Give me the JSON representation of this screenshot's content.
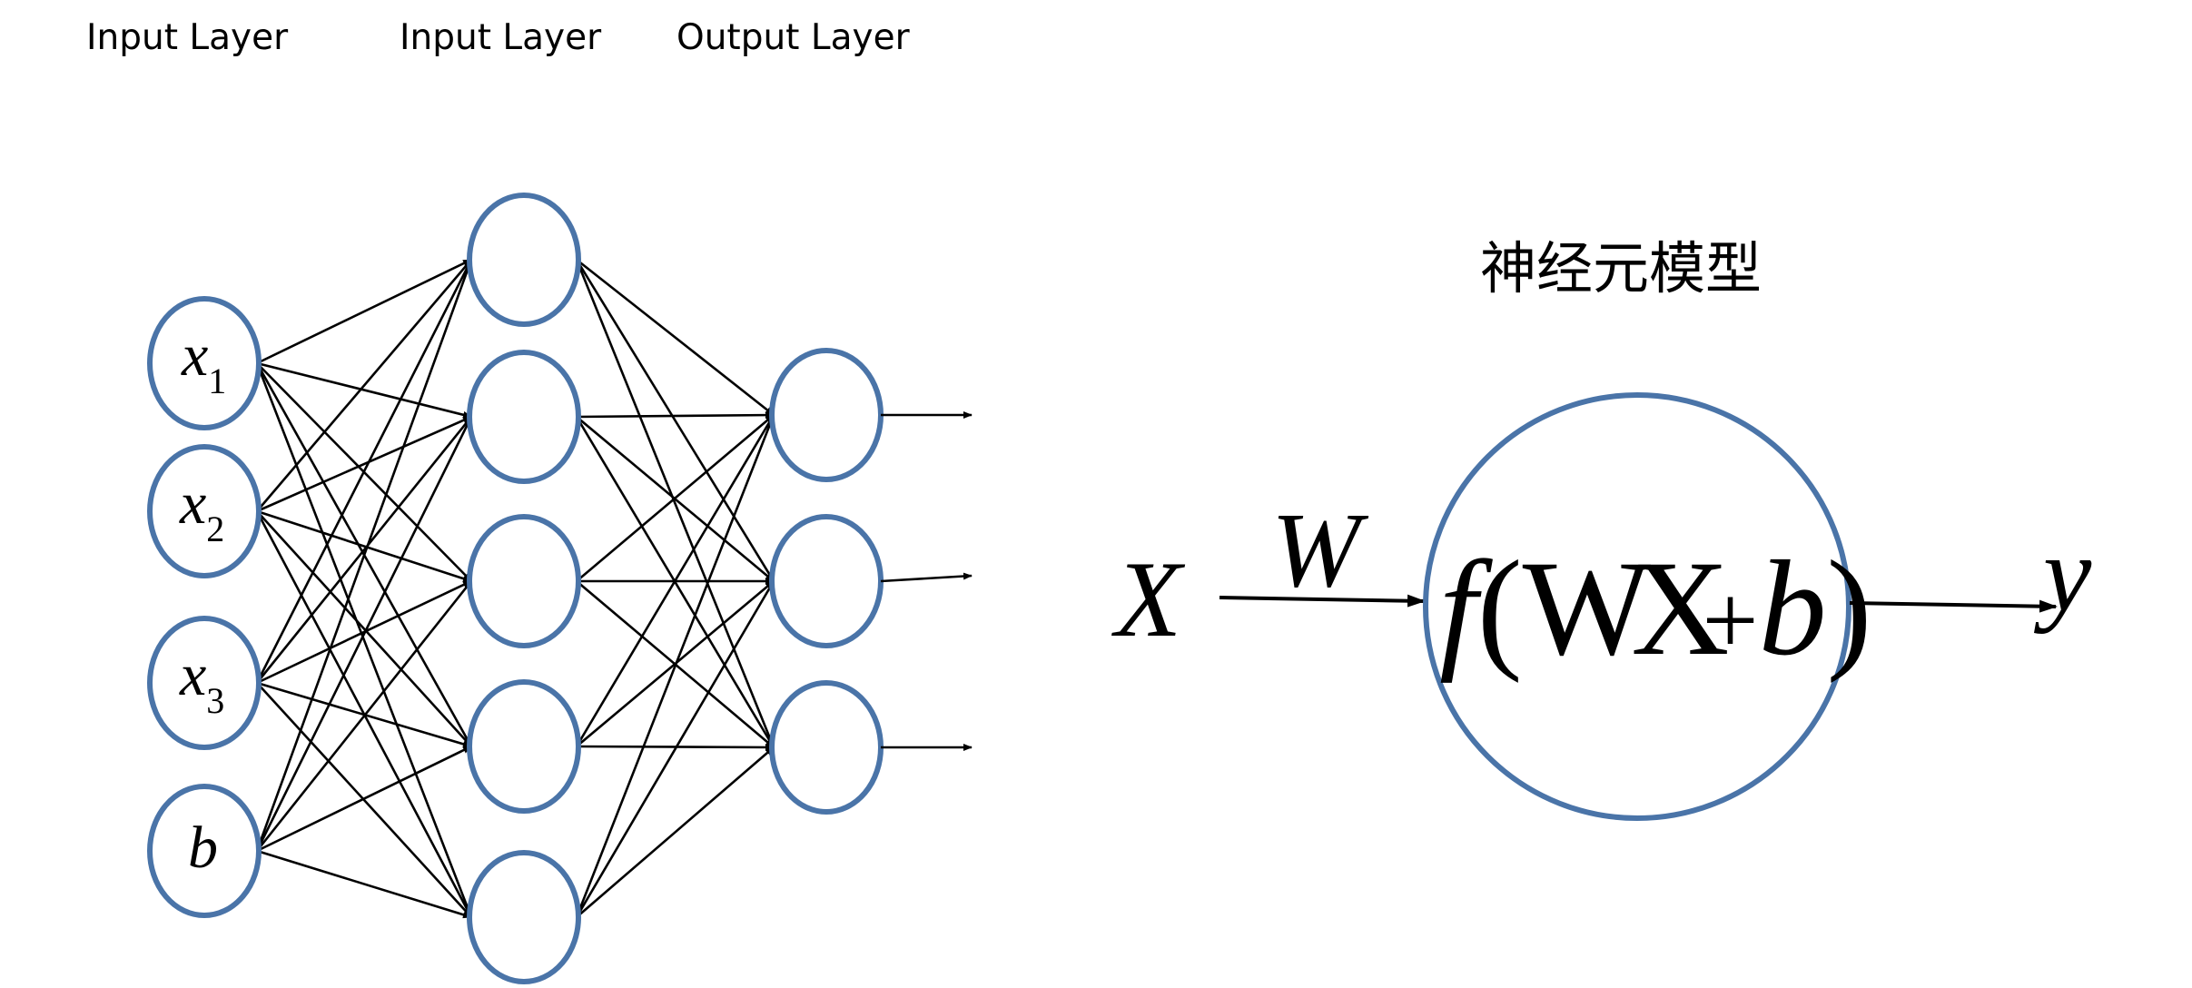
{
  "layer_labels": {
    "input": "Input Layer",
    "hidden": "Input Layer",
    "output": "Output Layer"
  },
  "inputs": [
    {
      "symbol": "x",
      "subscript": "1"
    },
    {
      "symbol": "x",
      "subscript": "2"
    },
    {
      "symbol": "x",
      "subscript": "3"
    },
    {
      "symbol": "b",
      "subscript": ""
    }
  ],
  "hidden_node_count": 5,
  "output_node_count": 3,
  "neuron_model": {
    "title": "神经元模型",
    "input_symbol": "X",
    "weight_symbol": "W",
    "function_symbol": "f",
    "open_paren": "(",
    "weighted_input": "WX",
    "plus": "+",
    "bias_symbol": "b",
    "close_paren": ")",
    "output_symbol": "y"
  },
  "colors": {
    "node_stroke": "#4a74a8",
    "edge": "#000000",
    "text": "#000000"
  }
}
